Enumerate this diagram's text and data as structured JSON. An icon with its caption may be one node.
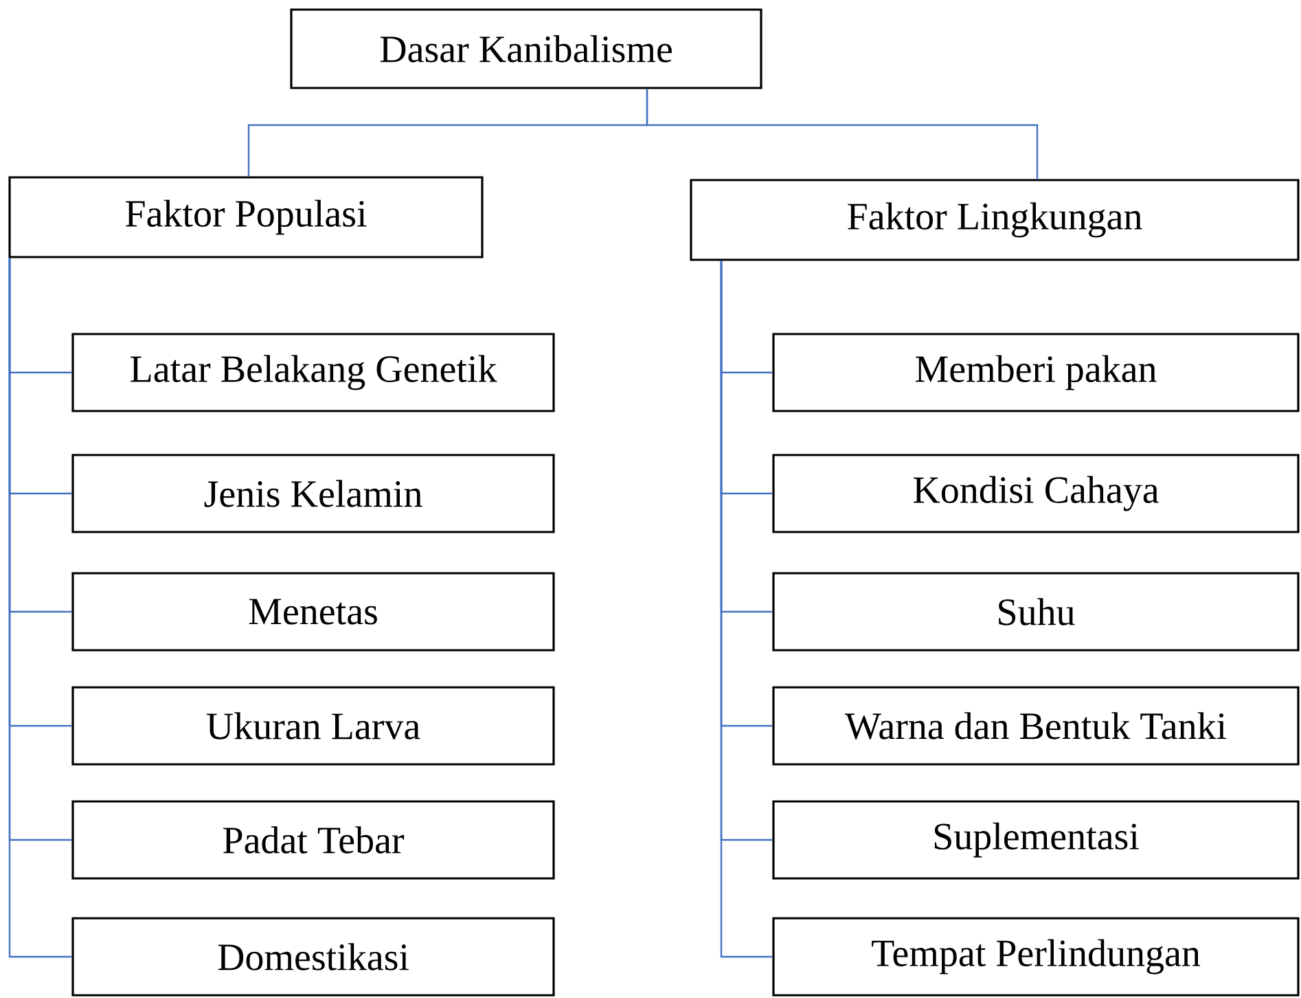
{
  "diagram": {
    "nodes": [
      {
        "text": [
          "Dasar Kanibalisme"
        ]
      },
      {
        "text": [
          "Faktor Populasi"
        ]
      },
      {
        "text": [
          "Latar Belakang Genetik"
        ]
      },
      {
        "text": [
          "Jenis Kelamin"
        ]
      },
      {
        "text": [
          "Menetas"
        ]
      },
      {
        "text": [
          "Ukuran Larva"
        ]
      },
      {
        "text": [
          "Padat Tebar"
        ]
      },
      {
        "text": [
          "Domestikasi"
        ]
      },
      {
        "text": [
          "Faktor Lingkungan"
        ]
      },
      {
        "text": [
          "Memberi pakan"
        ]
      },
      {
        "text": [
          "Kondisi Cahaya"
        ]
      },
      {
        "text": [
          "Suhu"
        ]
      },
      {
        "text": [
          "Warna dan Bentuk Tanki"
        ]
      },
      {
        "text": [
          "Suplementasi"
        ]
      },
      {
        "text": [
          "Tempat Perlindungan"
        ]
      }
    ],
    "edges": [
      {
        "from": 0,
        "to": 1,
        "arrow": "none"
      },
      {
        "from": 0,
        "to": 8,
        "arrow": "none"
      },
      {
        "from": 1,
        "to": 2,
        "arrow": "none"
      },
      {
        "from": 1,
        "to": 3,
        "arrow": "none"
      },
      {
        "from": 1,
        "to": 4,
        "arrow": "none"
      },
      {
        "from": 1,
        "to": 5,
        "arrow": "none"
      },
      {
        "from": 1,
        "to": 6,
        "arrow": "none"
      },
      {
        "from": 1,
        "to": 7,
        "arrow": "none"
      },
      {
        "from": 8,
        "to": 9,
        "arrow": "none"
      },
      {
        "from": 8,
        "to": 10,
        "arrow": "none"
      },
      {
        "from": 8,
        "to": 11,
        "arrow": "none"
      },
      {
        "from": 8,
        "to": 12,
        "arrow": "none"
      },
      {
        "from": 8,
        "to": 13,
        "arrow": "none"
      },
      {
        "from": 8,
        "to": 14,
        "arrow": "none"
      }
    ]
  }
}
